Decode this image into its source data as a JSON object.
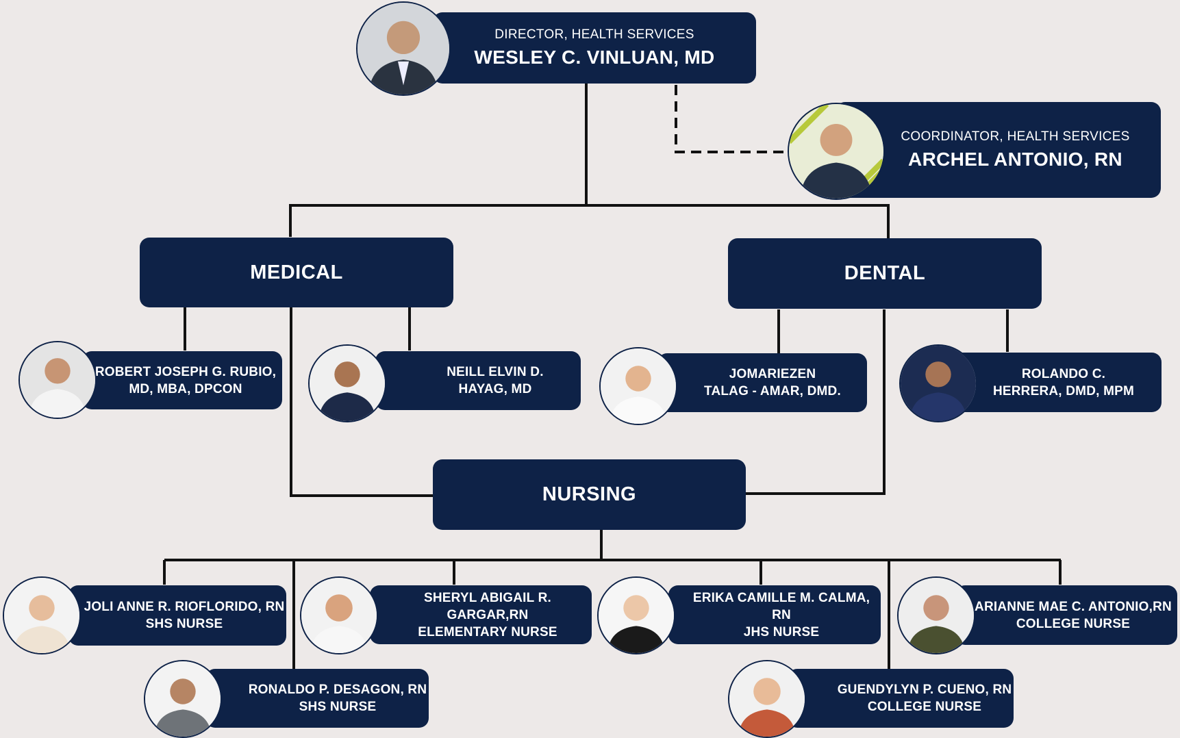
{
  "director": {
    "role": "DIRECTOR, HEALTH SERVICES",
    "name": "WESLEY C. VINLUAN, MD"
  },
  "coordinator": {
    "role": "COORDINATOR, HEALTH SERVICES",
    "name": "ARCHEL ANTONIO, RN"
  },
  "departments": {
    "medical": "MEDICAL",
    "dental": "DENTAL",
    "nursing": "NURSING"
  },
  "people": {
    "rubio": {
      "line1": "ROBERT JOSEPH G. RUBIO,",
      "line2": "MD, MBA, DPCON"
    },
    "hayag": {
      "line1": "NEILL ELVIN D.",
      "line2": "HAYAG, MD"
    },
    "talag": {
      "line1": "JOMARIEZEN",
      "line2": "TALAG - AMAR, DMD."
    },
    "herrera": {
      "line1": "ROLANDO C.",
      "line2": "HERRERA, DMD, MPM"
    },
    "riof": {
      "line1": "JOLI ANNE R. RIOFLORIDO, RN",
      "line2": "SHS NURSE"
    },
    "gargar": {
      "line1": "SHERYL ABIGAIL R. GARGAR,RN",
      "line2": "ELEMENTARY NURSE"
    },
    "calma": {
      "line1": "ERIKA CAMILLE M. CALMA, RN",
      "line2": "JHS NURSE"
    },
    "antonio": {
      "line1": "ARIANNE MAE C. ANTONIO,RN",
      "line2": "COLLEGE NURSE"
    },
    "desagon": {
      "line1": "RONALDO P. DESAGON, RN",
      "line2": "SHS NURSE"
    },
    "cueno": {
      "line1": "GUENDYLYN P. CUENO, RN",
      "line2": "COLLEGE NURSE"
    }
  },
  "colors": {
    "navy": "#0e2247",
    "background": "#ede9e8",
    "line": "#111111"
  }
}
